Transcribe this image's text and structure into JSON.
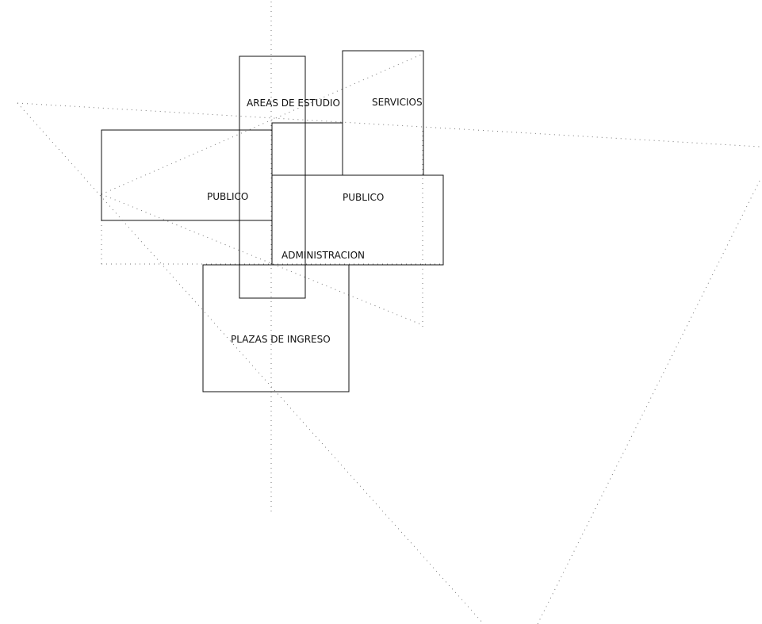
{
  "diagram": {
    "zones": [
      {
        "id": "areas-de-estudio",
        "label": "AREAS DE ESTUDIO"
      },
      {
        "id": "servicios",
        "label": "SERVICIOS"
      },
      {
        "id": "publico-left",
        "label": "PUBLICO"
      },
      {
        "id": "publico-right",
        "label": "PUBLICO"
      },
      {
        "id": "administracion",
        "label": "ADMINISTRACION"
      },
      {
        "id": "plazas-de-ingreso",
        "label": "PLAZAS DE INGRESO"
      }
    ],
    "colors": {
      "line": "#111111",
      "guide": "#777777",
      "background": "#ffffff"
    }
  }
}
